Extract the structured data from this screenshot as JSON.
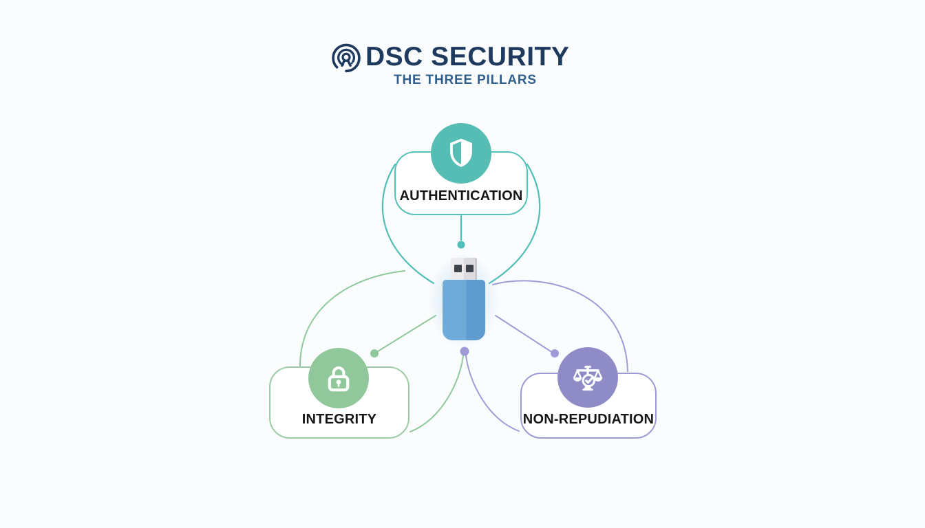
{
  "header": {
    "logo_icon": "fingerprint-seal-icon",
    "title": "DSC SECURITY",
    "subtitle": "THE THREE PILLARS",
    "title_color": "#1e3a5f",
    "subtitle_color": "#2e5f8e"
  },
  "diagram": {
    "center": {
      "name": "usb-security-token",
      "body_color_left": "#70aad9",
      "body_color_right": "#5e9bce",
      "connector_color": "#ececef",
      "pin_color": "#3e434c"
    },
    "nodes": [
      {
        "id": "authentication",
        "label": "AUTHENTICATION",
        "icon": "shield-icon",
        "circle_color": "#56bdb4",
        "border_color": "#54c0b8"
      },
      {
        "id": "integrity",
        "label": "INTEGRITY",
        "icon": "lock-icon",
        "circle_color": "#90c89b",
        "border_color": "#9bcba4"
      },
      {
        "id": "non_repudiation",
        "label": "NON-REPUDIATION",
        "icon": "scales-icon",
        "circle_color": "#8e8bc7",
        "border_color": "#9c9ad1"
      }
    ],
    "connector_colors": {
      "teal": "#4fbeb6",
      "green": "#8fc99b",
      "purple": "#9e9bd6"
    }
  }
}
